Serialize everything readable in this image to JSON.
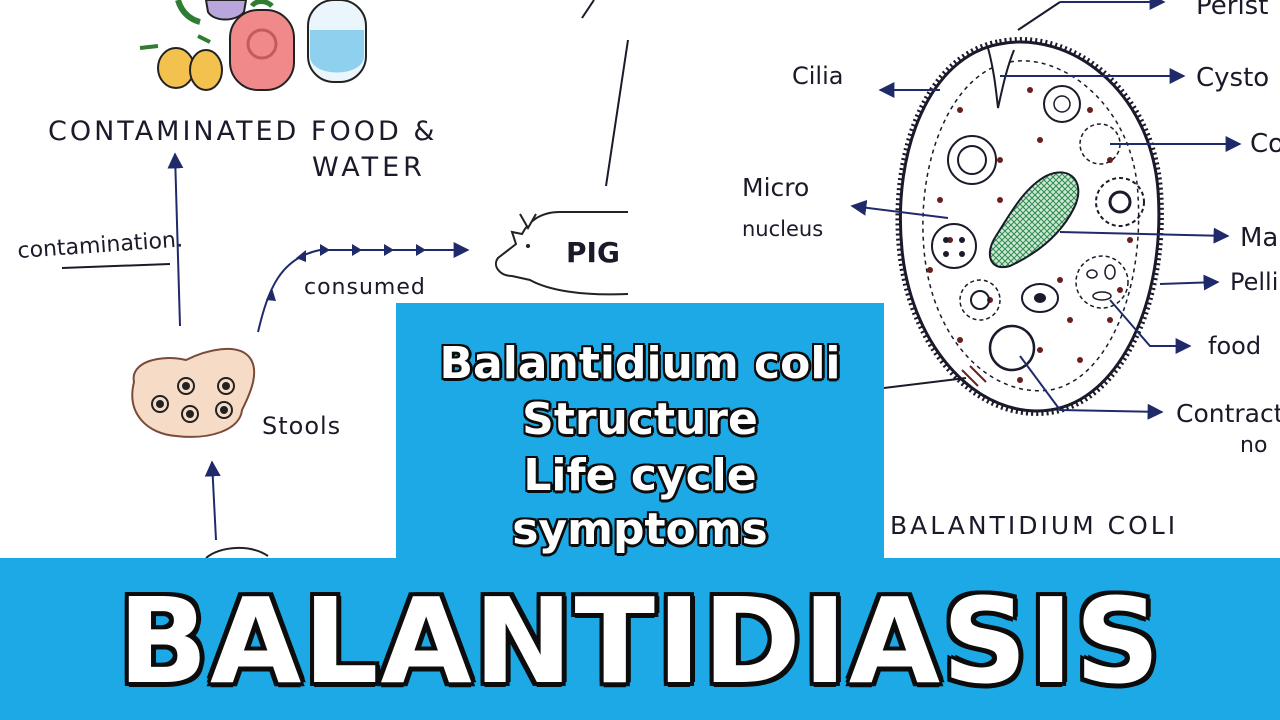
{
  "lifecycle": {
    "food_water_line1": "CONTAMINATED FOOD &",
    "food_water_line2": "WATER",
    "contamination": "contamination.",
    "consumed": "consumed",
    "pig": "PIG",
    "stools": "Stools"
  },
  "structure": {
    "top_label": "Perist",
    "cilia": "Cilia",
    "cytostome": "Cysto",
    "contractile_top": "Co",
    "micronucleus_line1": "Micro",
    "micronucleus_line2": "nucleus",
    "macronucleus": "Ma",
    "pellicle": "Pelli",
    "food_vacuole": "food",
    "contractile_line1": "Contract",
    "contractile_line2": "no",
    "caption": "BALANTIDIUM COLI"
  },
  "center": {
    "line1": "Balantidium coli",
    "line2": "Structure",
    "line3": "Life cycle",
    "line4": "symptoms"
  },
  "banner": {
    "title": "BALANTIDIASIS"
  },
  "colors": {
    "banner_blue": "#1da8e6",
    "ink": "#1a1a2a",
    "arrow": "#1f2a6b",
    "dots": "#6b1e1e",
    "macronucleus": "#2e8b4e"
  }
}
